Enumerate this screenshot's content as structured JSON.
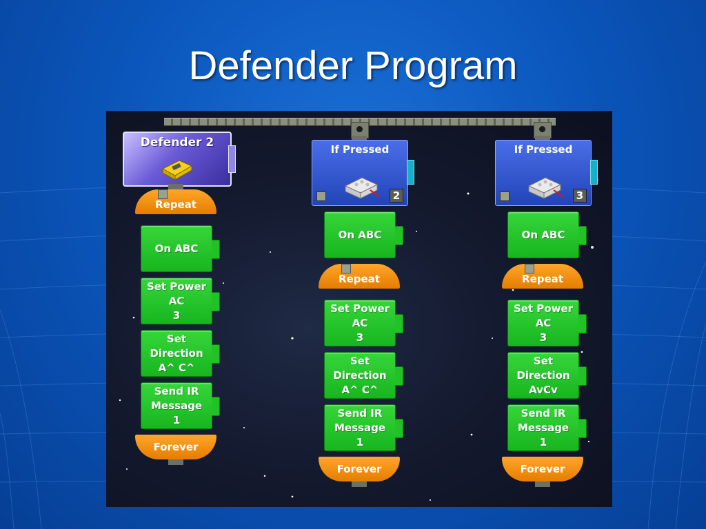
{
  "slide": {
    "title": "Defender Program"
  },
  "left_column": {
    "header": "Defender 2",
    "repeat": "Repeat",
    "forever": "Forever",
    "blocks": [
      {
        "lines": [
          "On ABC"
        ]
      },
      {
        "lines": [
          "Set Power",
          "AC",
          "3"
        ]
      },
      {
        "lines": [
          "Set",
          "Direction",
          "A^ C^"
        ]
      },
      {
        "lines": [
          "Send IR",
          "Message",
          "1"
        ]
      }
    ]
  },
  "mid_column": {
    "header": "If Pressed",
    "sensor_number": "2",
    "on_block": "On ABC",
    "repeat": "Repeat",
    "forever": "Forever",
    "blocks": [
      {
        "lines": [
          "Set Power",
          "AC",
          "3"
        ]
      },
      {
        "lines": [
          "Set",
          "Direction",
          "A^ C^"
        ]
      },
      {
        "lines": [
          "Send IR",
          "Message",
          "1"
        ]
      }
    ]
  },
  "right_column": {
    "header": "If Pressed",
    "sensor_number": "3",
    "on_block": "On ABC",
    "repeat": "Repeat",
    "forever": "Forever",
    "blocks": [
      {
        "lines": [
          "Set Power",
          "AC",
          "3"
        ]
      },
      {
        "lines": [
          "Set",
          "Direction",
          "AvCv"
        ]
      },
      {
        "lines": [
          "Send IR",
          "Message",
          "1"
        ]
      }
    ]
  }
}
